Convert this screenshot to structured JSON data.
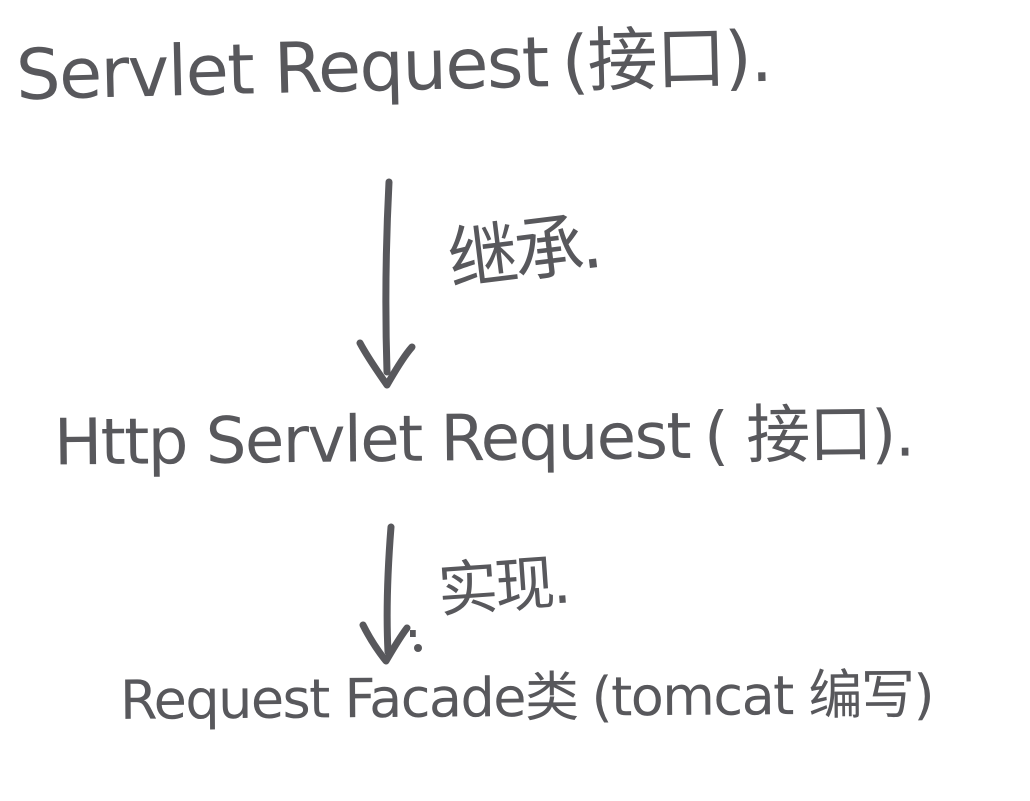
{
  "diagram": {
    "type": "handwritten-class-hierarchy",
    "ink_color": "#58585c",
    "background_color": "#ffffff",
    "nodes": [
      {
        "id": "servlet-request",
        "label": "Servlet Request",
        "annotation": "(接口)."
      },
      {
        "id": "http-servlet-request",
        "label": "Http Servlet Request",
        "annotation": "( 接口)."
      },
      {
        "id": "request-facade",
        "label": "Request Facade类",
        "annotation": "(tomcat 编写)"
      }
    ],
    "edges": [
      {
        "from": "servlet-request",
        "to": "http-servlet-request",
        "label": "继承."
      },
      {
        "from": "http-servlet-request",
        "to": "request-facade",
        "label": "实现.",
        "tip_mark": "."
      }
    ]
  }
}
